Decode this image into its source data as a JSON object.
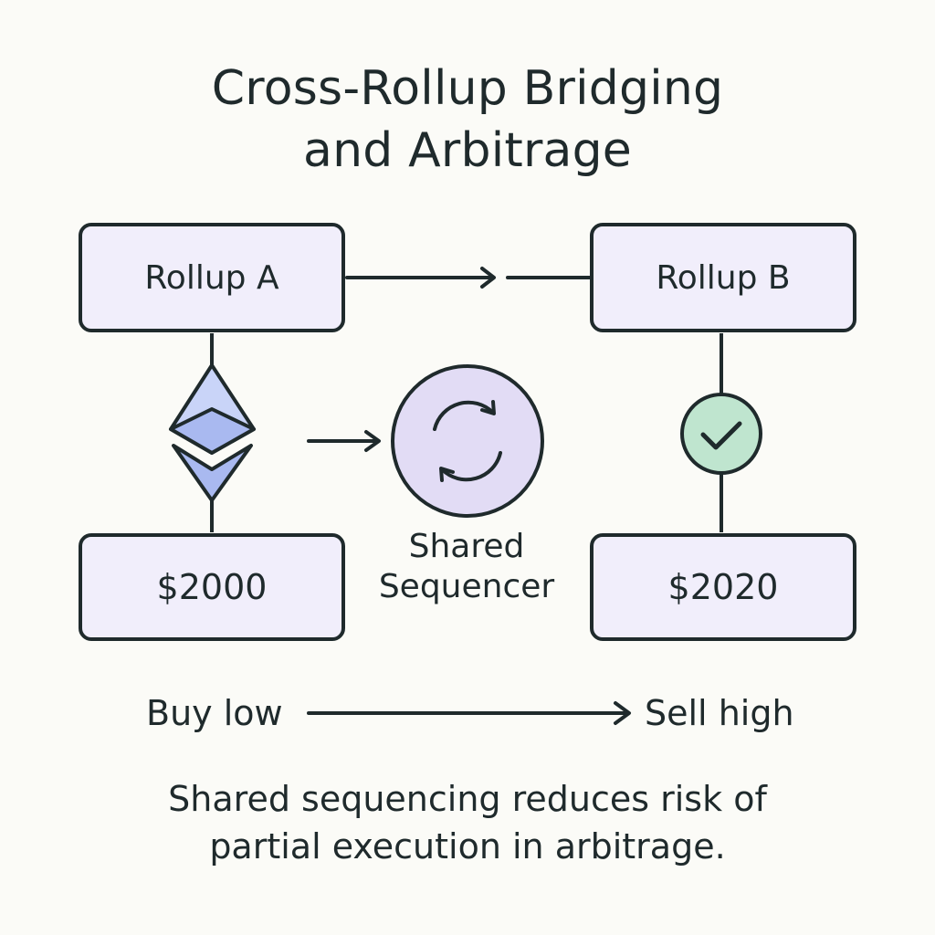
{
  "title_line1": "Cross-Rollup Bridging",
  "title_line2": "and Arbitrage",
  "rollup_a": {
    "label": "Rollup A",
    "price": "$2000",
    "token_icon": "ethereum-icon"
  },
  "rollup_b": {
    "label": "Rollup B",
    "price": "$2020",
    "status_icon": "checkmark-icon"
  },
  "sequencer": {
    "label_line1": "Shared",
    "label_line2": "Sequencer",
    "icon": "refresh-cycle-icon"
  },
  "flow": {
    "buy": "Buy low",
    "sell": "Sell high"
  },
  "caption_line1": "Shared sequencing reduces risk of",
  "caption_line2": "partial execution in arbitrage.",
  "colors": {
    "box_fill": "#f1eefb",
    "stroke": "#1f2a2c",
    "eth_light": "#c9d4f8",
    "eth_mid": "#a9b9f0",
    "sequencer_fill": "#e2dcf5",
    "check_fill": "#bfe5cf"
  }
}
